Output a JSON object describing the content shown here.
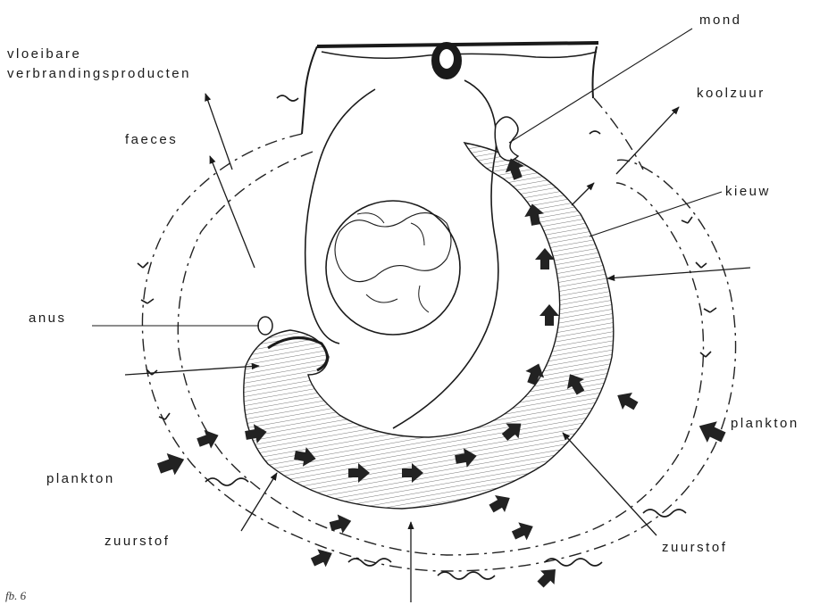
{
  "labels": {
    "mond": "mond",
    "vloeibare_line1": "vloeibare",
    "vloeibare_line2": "verbrandingsproducten",
    "koolzuur": "koolzuur",
    "faeces": "faeces",
    "kieuw": "kieuw",
    "anus": "anus",
    "plankton_left": "plankton",
    "plankton_right": "plankton",
    "zuurstof_left": "zuurstof",
    "zuurstof_right": "zuurstof"
  },
  "caption": "fb. 6",
  "colors": {
    "ink": "#1a1a1a",
    "paper": "#ffffff",
    "flow_arrow": "#222222"
  },
  "icons": {
    "plankton_flow": "thick-arrow-icon",
    "water_flow": "thin-arrow-icon"
  }
}
